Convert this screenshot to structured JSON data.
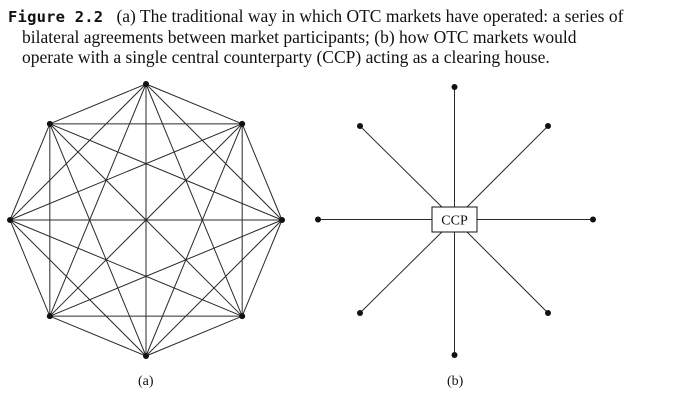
{
  "caption": {
    "figure_label": "Figure 2.2",
    "line1": "(a) The traditional way in which OTC markets have operated: a series of",
    "line2": "bilateral agreements between market participants; (b) how OTC markets would",
    "line3": "operate with a single central counterparty (CCP) acting as a clearing house."
  },
  "diagram_a": {
    "label": "(a)",
    "node_count": 8,
    "topology": "complete-graph"
  },
  "diagram_b": {
    "label": "(b)",
    "center_label": "CCP",
    "spoke_count": 8,
    "topology": "star"
  },
  "colors": {
    "line": "#2a2a2a",
    "node": "#111111",
    "text": "#111111"
  }
}
